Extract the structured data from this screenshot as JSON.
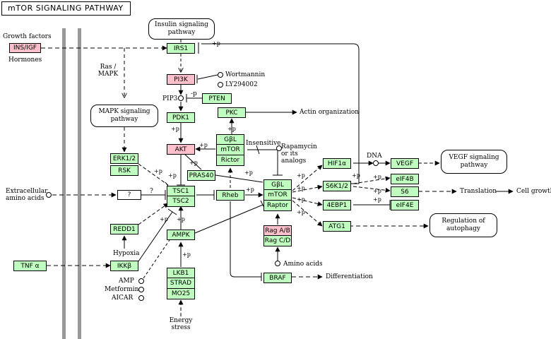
{
  "title": "mTOR SIGNALING PATHWAY",
  "genes": {
    "ins_igf": "INS/IGF",
    "irs1": "IRS1",
    "pi3k": "PI3K",
    "pten": "PTEN",
    "pdk1": "PDK1",
    "pkc": "PKC",
    "akt": "AKT",
    "gbl1": "GβL",
    "mtor1": "mTOR",
    "rictor": "Rictor",
    "erk12": "ERK1/2",
    "rsk": "RSK",
    "unknown": "?",
    "tsc1": "TSC1",
    "tsc2": "TSC2",
    "pras40": "PRAS40",
    "rheb": "Rheb",
    "gbl2": "GβL",
    "mtor2": "mTOR",
    "raptor": "Raptor",
    "hif1a": "HIF1α",
    "vegf": "VEGF",
    "s6k12": "S6K1/2",
    "eif4b": "eIF4B",
    "s6": "S6",
    "ebp1": "4EBP1",
    "eif4e": "eIF4E",
    "atg1": "ATG1",
    "redd1": "REDD1",
    "ampk": "AMPK",
    "raga": "Rag A/B",
    "ragc": "Rag C/D",
    "tnfa": "TNF α",
    "ikkb": "IKKβ",
    "lkb1": "LKB1",
    "strad": "STRAD",
    "mo25": "MO25",
    "braf": "BRAF"
  },
  "pathways": {
    "insulin": "Insulin signaling pathway",
    "mapk": "MAPK signaling pathway",
    "vegf": "VEGF signaling pathway",
    "autophagy": "Regulation of autophagy"
  },
  "labels": {
    "growth_factors": "Growth factors",
    "hormones": "Hormones",
    "ras_mapk": "Ras / MAPK",
    "wortmannin": "Wortmannin",
    "ly294002": "LY294002",
    "pip3": "PIP3",
    "minus_p": "-p",
    "actin": "Actin organization",
    "insensitive": "Insensitive",
    "rapamycin": "Rapamycin or its analogs",
    "dna": "DNA",
    "translation": "Translation",
    "cell_growth": "Cell growth",
    "extracellular": "Extracellular amino acids",
    "q": "?",
    "hypoxia": "Hypoxia",
    "amp": "AMP",
    "metformin": "Metformin",
    "aicar": "AICAR",
    "energy_stress": "Energy stress",
    "amino_acids": "Amino acids",
    "differentiation": "Differentiation",
    "plus_p": "+p"
  }
}
